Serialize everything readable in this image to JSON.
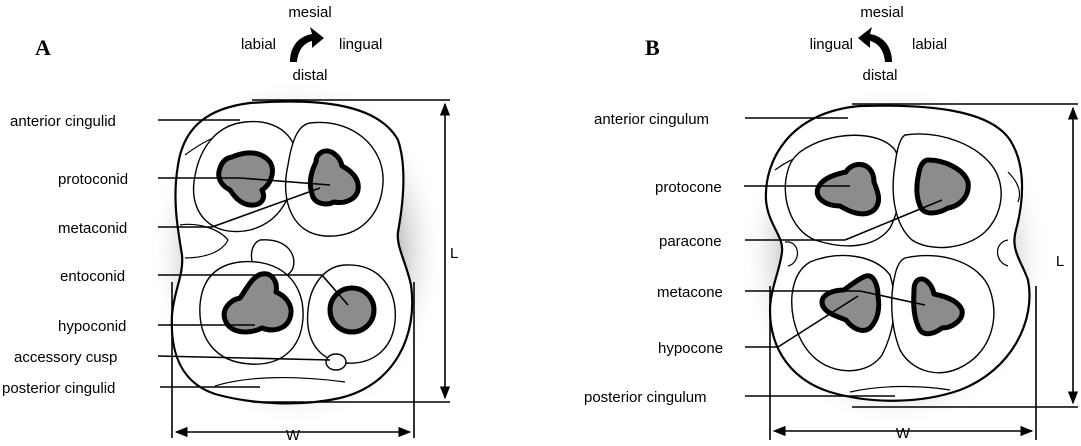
{
  "panels": [
    {
      "letter": "A",
      "orientation": {
        "top": "mesial",
        "left": "labial",
        "right": "lingual",
        "bottom": "distal"
      },
      "labels": {
        "anterior": "anterior cingulid",
        "c1": "protoconid",
        "c2": "metaconid",
        "c3": "entoconid",
        "c4": "hypoconid",
        "accessory": "accessory cusp",
        "posterior": "posterior cingulid"
      },
      "length_label": "L",
      "width_label": "W"
    },
    {
      "letter": "B",
      "orientation": {
        "top": "mesial",
        "left": "lingual",
        "right": "labial",
        "bottom": "distal"
      },
      "labels": {
        "anterior": "anterior cingulum",
        "c1": "protocone",
        "c2": "paracone",
        "c3": "metacone",
        "c4": "hypocone",
        "posterior": "posterior cingulum"
      },
      "length_label": "L",
      "width_label": "W"
    }
  ]
}
